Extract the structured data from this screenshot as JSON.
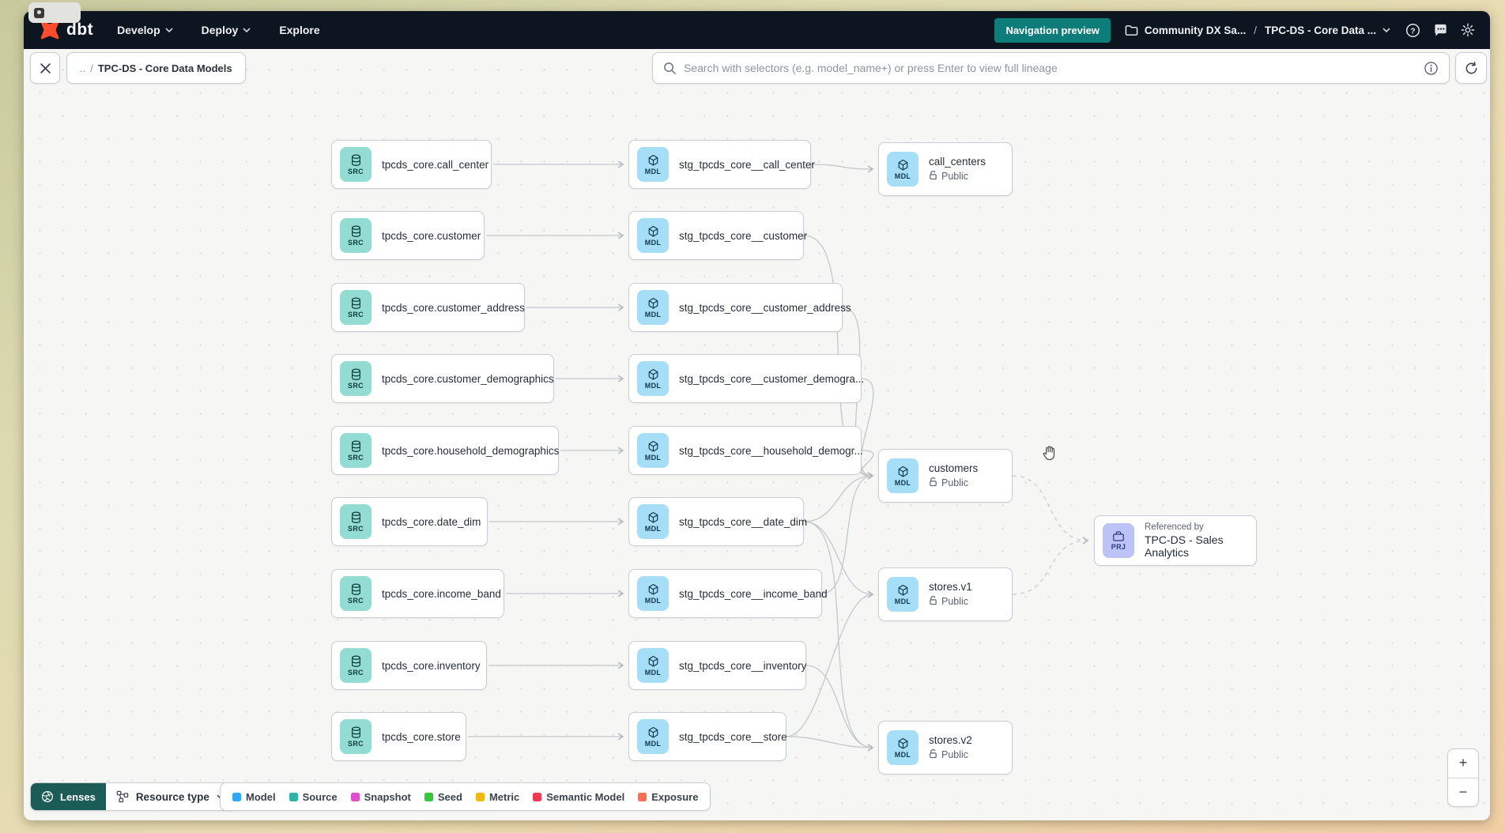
{
  "navbar": {
    "logo_text": "dbt",
    "menus": [
      {
        "label": "Develop",
        "has_chevron": true
      },
      {
        "label": "Deploy",
        "has_chevron": true
      },
      {
        "label": "Explore",
        "has_chevron": false
      }
    ],
    "preview_button_label": "Navigation preview",
    "breadcrumb": {
      "project": "Community DX Sa...",
      "separator": "/",
      "page": "TPC-DS - Core Data ..."
    }
  },
  "toolbar": {
    "back_breadcrumb": {
      "prefix": "..",
      "separator": "/",
      "label": "TPC-DS - Core Data Models"
    },
    "search_placeholder": "Search with selectors (e.g. model_name+) or press Enter to view full lineage"
  },
  "graph": {
    "source_nodes": [
      {
        "badge": "SRC",
        "label": "tpcds_core.call_center"
      },
      {
        "badge": "SRC",
        "label": "tpcds_core.customer"
      },
      {
        "badge": "SRC",
        "label": "tpcds_core.customer_address"
      },
      {
        "badge": "SRC",
        "label": "tpcds_core.customer_demographics"
      },
      {
        "badge": "SRC",
        "label": "tpcds_core.household_demographics"
      },
      {
        "badge": "SRC",
        "label": "tpcds_core.date_dim"
      },
      {
        "badge": "SRC",
        "label": "tpcds_core.income_band"
      },
      {
        "badge": "SRC",
        "label": "tpcds_core.inventory"
      },
      {
        "badge": "SRC",
        "label": "tpcds_core.store"
      }
    ],
    "staging_nodes": [
      {
        "badge": "MDL",
        "label": "stg_tpcds_core__call_center"
      },
      {
        "badge": "MDL",
        "label": "stg_tpcds_core__customer"
      },
      {
        "badge": "MDL",
        "label": "stg_tpcds_core__customer_address"
      },
      {
        "badge": "MDL",
        "label": "stg_tpcds_core__customer_demogra..."
      },
      {
        "badge": "MDL",
        "label": "stg_tpcds_core__household_demogr..."
      },
      {
        "badge": "MDL",
        "label": "stg_tpcds_core__date_dim"
      },
      {
        "badge": "MDL",
        "label": "stg_tpcds_core__income_band"
      },
      {
        "badge": "MDL",
        "label": "stg_tpcds_core__inventory"
      },
      {
        "badge": "MDL",
        "label": "stg_tpcds_core__store"
      }
    ],
    "public_nodes": [
      {
        "badge": "MDL",
        "label": "call_centers",
        "visibility": "Public"
      },
      {
        "badge": "MDL",
        "label": "customers",
        "visibility": "Public"
      },
      {
        "badge": "MDL",
        "label": "stores.v1",
        "visibility": "Public"
      },
      {
        "badge": "MDL",
        "label": "stores.v2",
        "visibility": "Public"
      }
    ],
    "project_node": {
      "badge": "PRJ",
      "caption": "Referenced by",
      "label": "TPC-DS - Sales Analytics"
    }
  },
  "footer": {
    "lenses_label": "Lenses",
    "resource_type_label": "Resource type",
    "legend": [
      {
        "label": "Model",
        "color": "#2da9f8"
      },
      {
        "label": "Source",
        "color": "#2eb3a4"
      },
      {
        "label": "Snapshot",
        "color": "#e04ccb"
      },
      {
        "label": "Seed",
        "color": "#35c73c"
      },
      {
        "label": "Metric",
        "color": "#f0b90b"
      },
      {
        "label": "Semantic Model",
        "color": "#ea3b54"
      },
      {
        "label": "Exposure",
        "color": "#fc6d51"
      }
    ]
  },
  "zoom_controls": {
    "zoom_in": "+",
    "zoom_out": "−"
  }
}
